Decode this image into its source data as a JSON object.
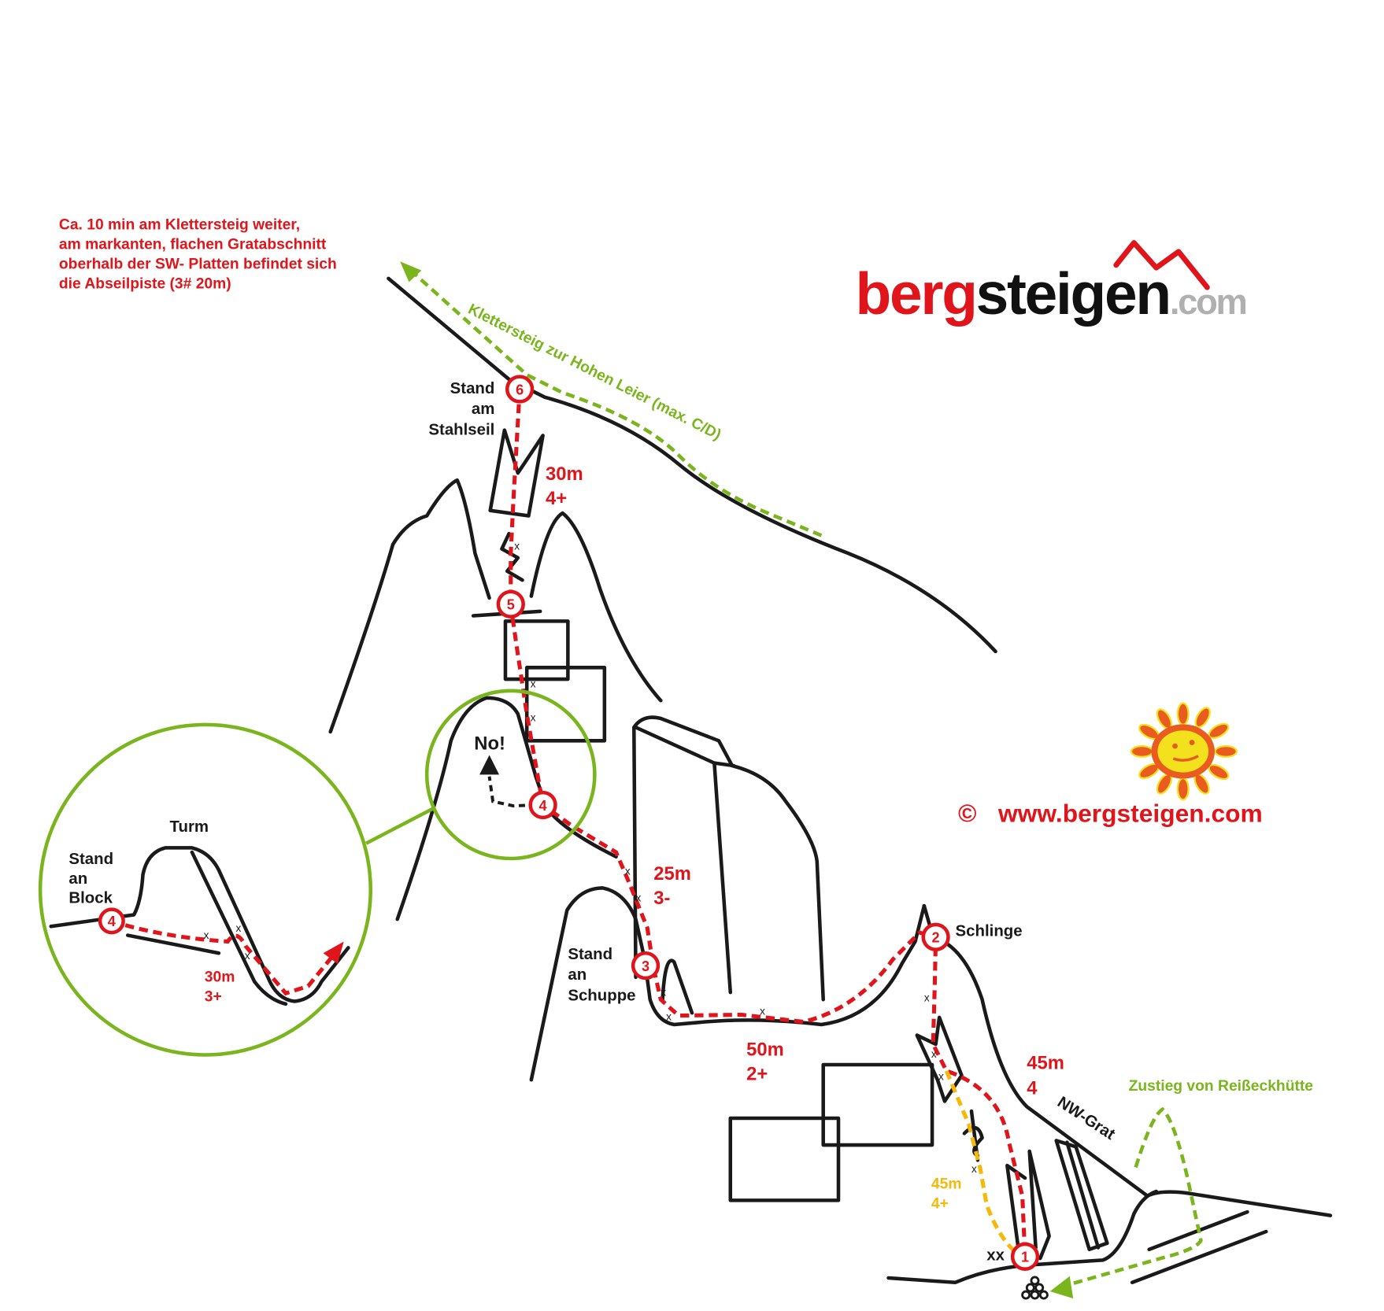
{
  "note": {
    "lines": [
      "Ca. 10 min am Klettersteig weiter,",
      "am markanten, flachen Gratabschnitt",
      "oberhalb der SW- Platten befindet sich",
      "die Abseilpiste (3# 20m)"
    ]
  },
  "logo": {
    "part1": "berg",
    "part2": "steigen",
    "part3": ".com"
  },
  "copyright": {
    "symbol": "©",
    "url": "www.bergsteigen.com"
  },
  "klettersteig_label": "Klettersteig zur Hohen Leier (max. C/D)",
  "zustieg_label": "Zustieg von Reißeckhütte",
  "ridge_label": "NW-Grat",
  "no_label": "No!",
  "stations": [
    {
      "number": "1",
      "label": ""
    },
    {
      "number": "2",
      "label": "Schlinge"
    },
    {
      "number": "3",
      "label_lines": [
        "Stand",
        "an",
        "Schuppe"
      ]
    },
    {
      "number": "4",
      "label": ""
    },
    {
      "number": "5",
      "label": ""
    },
    {
      "number": "6",
      "label_lines": [
        "Stand",
        "am",
        "Stahlseil"
      ]
    }
  ],
  "pitches": [
    {
      "length": "45m",
      "grade": "4"
    },
    {
      "length": "50m",
      "grade": "2+"
    },
    {
      "length": "25m",
      "grade": "3-"
    },
    {
      "length": "30m",
      "grade": "4+"
    },
    {
      "length": "45m",
      "grade": "4+",
      "variant": "yellow"
    }
  ],
  "inset": {
    "station": "4",
    "stand_lines": [
      "Stand",
      "an",
      "Block"
    ],
    "tower": "Turm",
    "pitch_length": "30m",
    "pitch_grade": "3+"
  },
  "marks": {
    "bolt": "x",
    "double_bolt": "xx"
  },
  "colors": {
    "route": "#e0151b",
    "variant": "#f4b90a",
    "approach": "#7ab51d",
    "logo_gray": "#b0b0b0"
  }
}
